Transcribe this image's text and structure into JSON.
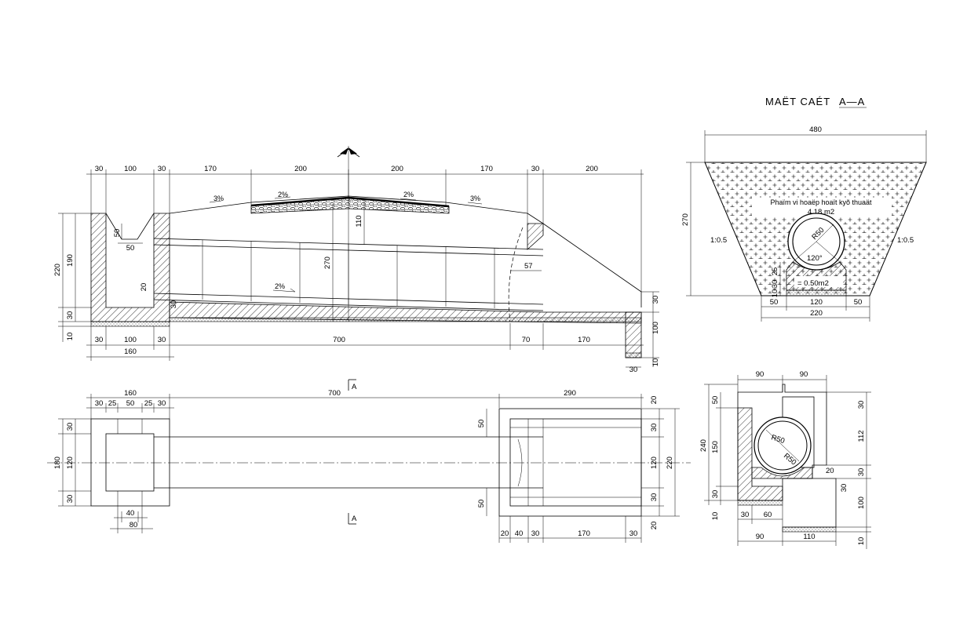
{
  "section_title": "MAËT CAÉT",
  "section_mark": "A—A",
  "cut_mark_top": "A",
  "cut_mark_bottom": "A",
  "slopes": {
    "left_outer": "3%",
    "left_inner": "2%",
    "right_inner": "2%",
    "right_outer": "3%",
    "pipe": "2%"
  },
  "section_aa": {
    "area_label": "Phaïm vi hoaëp hoaït kyõ thuaät",
    "area_value": "4.18 m2",
    "bedding_area": "= 0.50m2",
    "pipe_radius": "R50",
    "bedding_angle": "120°",
    "slope_left": "1:0.5",
    "slope_right": "1:0.5",
    "dims": {
      "top_width": "480",
      "height": "270",
      "bottom_50_left": "50",
      "bottom_120": "120",
      "bottom_50_right": "50",
      "bottom_total": "220",
      "v_25": "25",
      "v_30": "30",
      "v_10": "10"
    }
  },
  "elevation": {
    "top_dims": [
      "30",
      "100",
      "30",
      "170",
      "200",
      "200",
      "170",
      "30",
      "200"
    ],
    "left_dims": [
      "220",
      "190",
      "30",
      "10"
    ],
    "inner": [
      "50",
      "50",
      "20",
      "30"
    ],
    "center_dims": [
      "110",
      "270",
      "57"
    ],
    "bottom_dims": [
      "30",
      "100",
      "30",
      "700",
      "70",
      "170"
    ],
    "bottom_total": "160",
    "right_dims": [
      "30",
      "100",
      "30",
      "10"
    ]
  },
  "plan": {
    "top_dims": [
      "160",
      "700",
      "290"
    ],
    "top_sub": [
      "30",
      "25",
      "50",
      "25",
      "30"
    ],
    "left_dims": [
      "180",
      "30",
      "120",
      "30"
    ],
    "bottom_dims": [
      "40",
      "80"
    ],
    "mid_dims": [
      "50",
      "50"
    ],
    "right_dims": [
      "20",
      "30",
      "120",
      "30",
      "20",
      "220"
    ],
    "right_bottom": [
      "20",
      "40",
      "30",
      "170",
      "30"
    ]
  },
  "head_detail": {
    "top_dims": [
      "90",
      "90"
    ],
    "left_dims": [
      "240",
      "50",
      "150",
      "30",
      "10"
    ],
    "right_dims": [
      "30",
      "112",
      "30",
      "100",
      "10"
    ],
    "radius_1": "R50",
    "radius_2": "R50",
    "small": [
      "20",
      "30"
    ],
    "bottom_dims": [
      "30",
      "60",
      "90",
      "110"
    ]
  }
}
